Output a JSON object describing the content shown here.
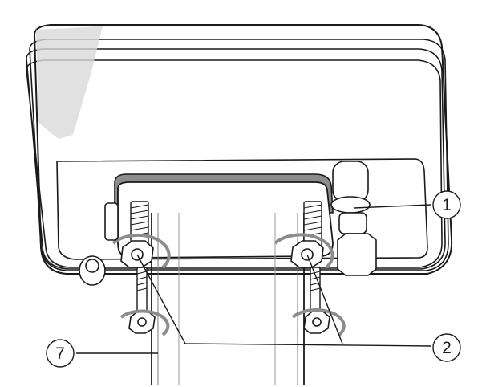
{
  "figure": {
    "callouts": [
      {
        "id": "1",
        "label": "1"
      },
      {
        "id": "2",
        "label": "2"
      },
      {
        "id": "7",
        "label": "7"
      }
    ]
  },
  "colors": {
    "housing_fill": "#ffffff",
    "shadow": "#d9d9d9",
    "line": "#1a1a1a",
    "gasket": "#8c8c8c"
  }
}
